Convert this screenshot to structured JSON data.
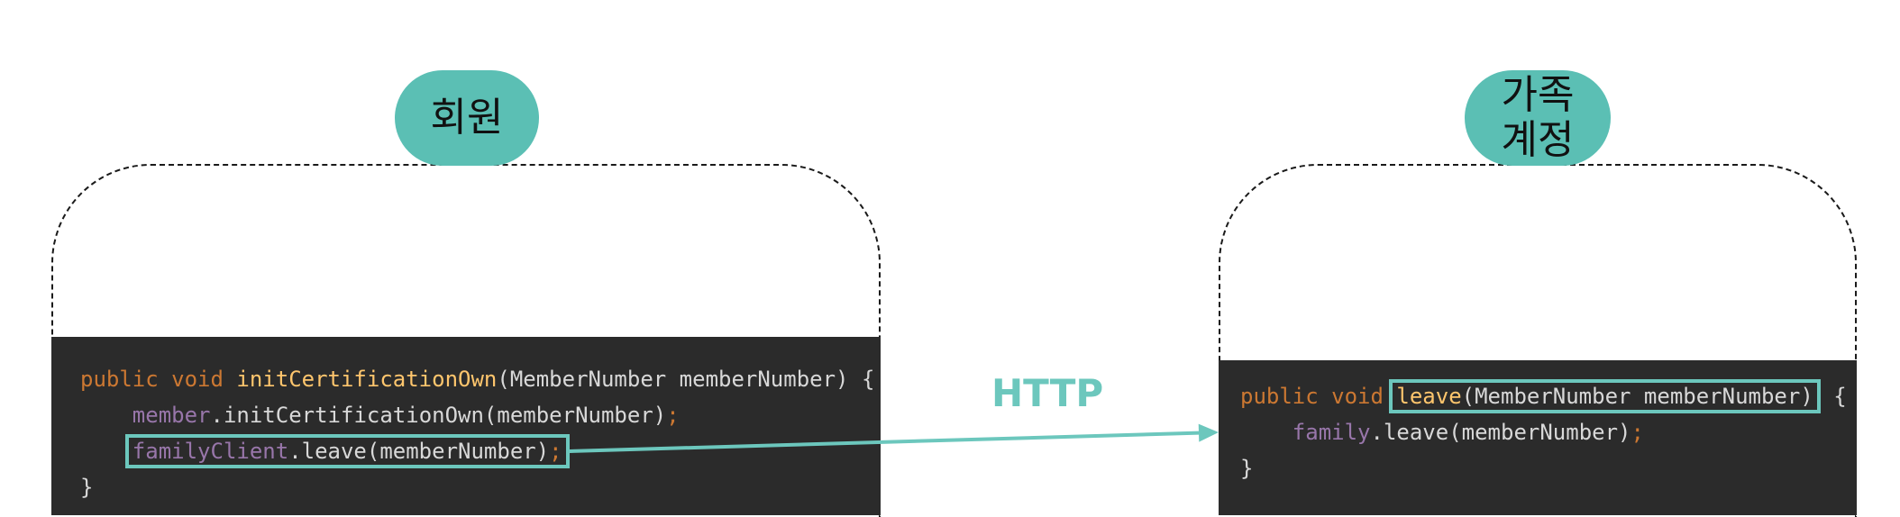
{
  "member": {
    "title": "회원",
    "code": {
      "line1": {
        "kw": "public void ",
        "fn": "initCertificationOwn",
        "rest": "(MemberNumber memberNumber) {"
      },
      "line2": {
        "indent": "    ",
        "field": "member",
        "rest": ".initCertificationOwn(memberNumber)",
        "semi": ";"
      },
      "line3": {
        "indent": "    ",
        "field": "familyClient",
        "rest": ".leave(memberNumber)",
        "semi": ";"
      },
      "line4": "}"
    }
  },
  "family": {
    "title": "가족\n계정",
    "code": {
      "line1": {
        "kw": "public void ",
        "fn": "leave",
        "rest": "(MemberNumber memberNumber)",
        "brace": " {"
      },
      "line2": {
        "indent": "    ",
        "field": "family",
        "rest": ".leave(memberNumber)",
        "semi": ";"
      },
      "line3": "}"
    }
  },
  "connection": {
    "label": "HTTP",
    "color": "#6cc7bd"
  },
  "colors": {
    "pill": "#5bbfb4",
    "code_bg": "#2b2b2b",
    "keyword": "#cc7832",
    "function": "#ffc66d",
    "field": "#9876aa"
  }
}
